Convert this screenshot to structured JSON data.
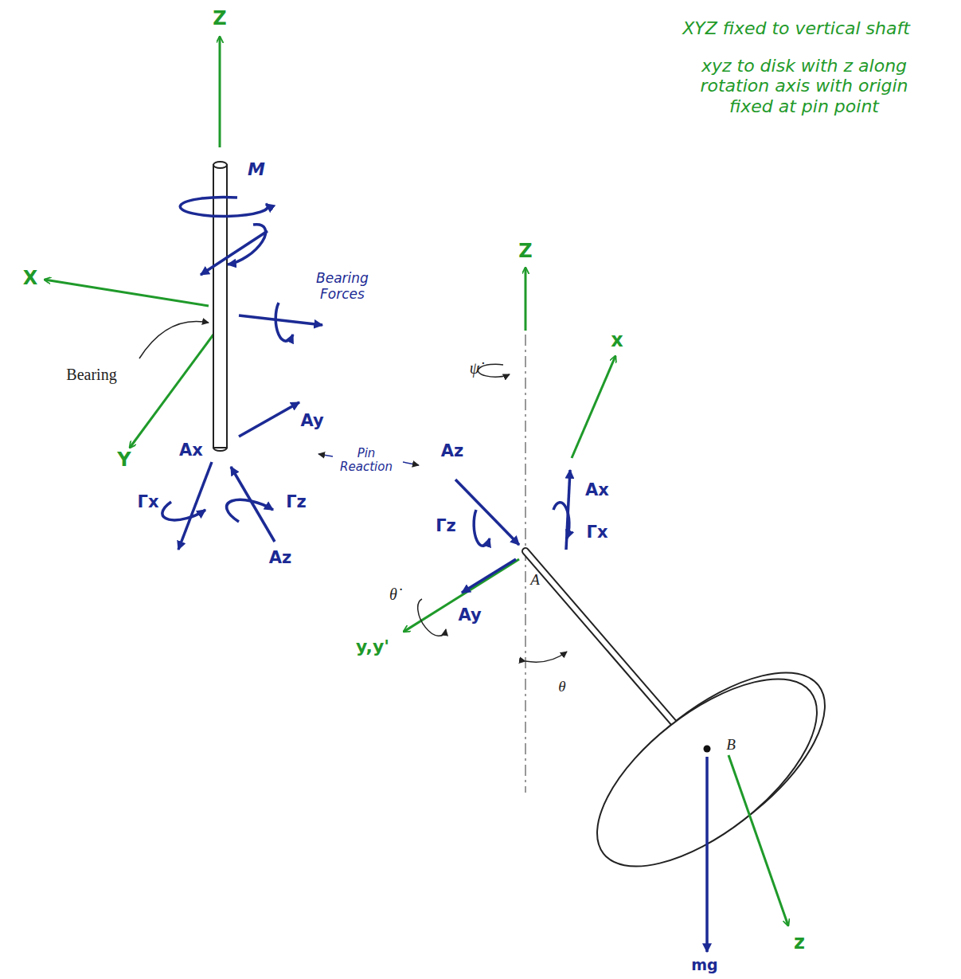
{
  "diagram": {
    "labels": [
      "Z",
      "M",
      "X",
      "Bearing Forces",
      "Bearing",
      "Y",
      "Ay",
      "Pin Reaction",
      "Ax",
      "Γx",
      "Γz",
      "Az",
      "XYZ fixed to vertical shaft",
      "xyz to disk with z along rotation axis with origin fixed at pin point",
      "Z",
      "ψ̇",
      "x",
      "Az",
      "Ax",
      "Γz",
      "Γx",
      "A",
      "θ̇",
      "Ay",
      "y,y'",
      "θ",
      "B",
      "mg",
      "z"
    ]
  }
}
